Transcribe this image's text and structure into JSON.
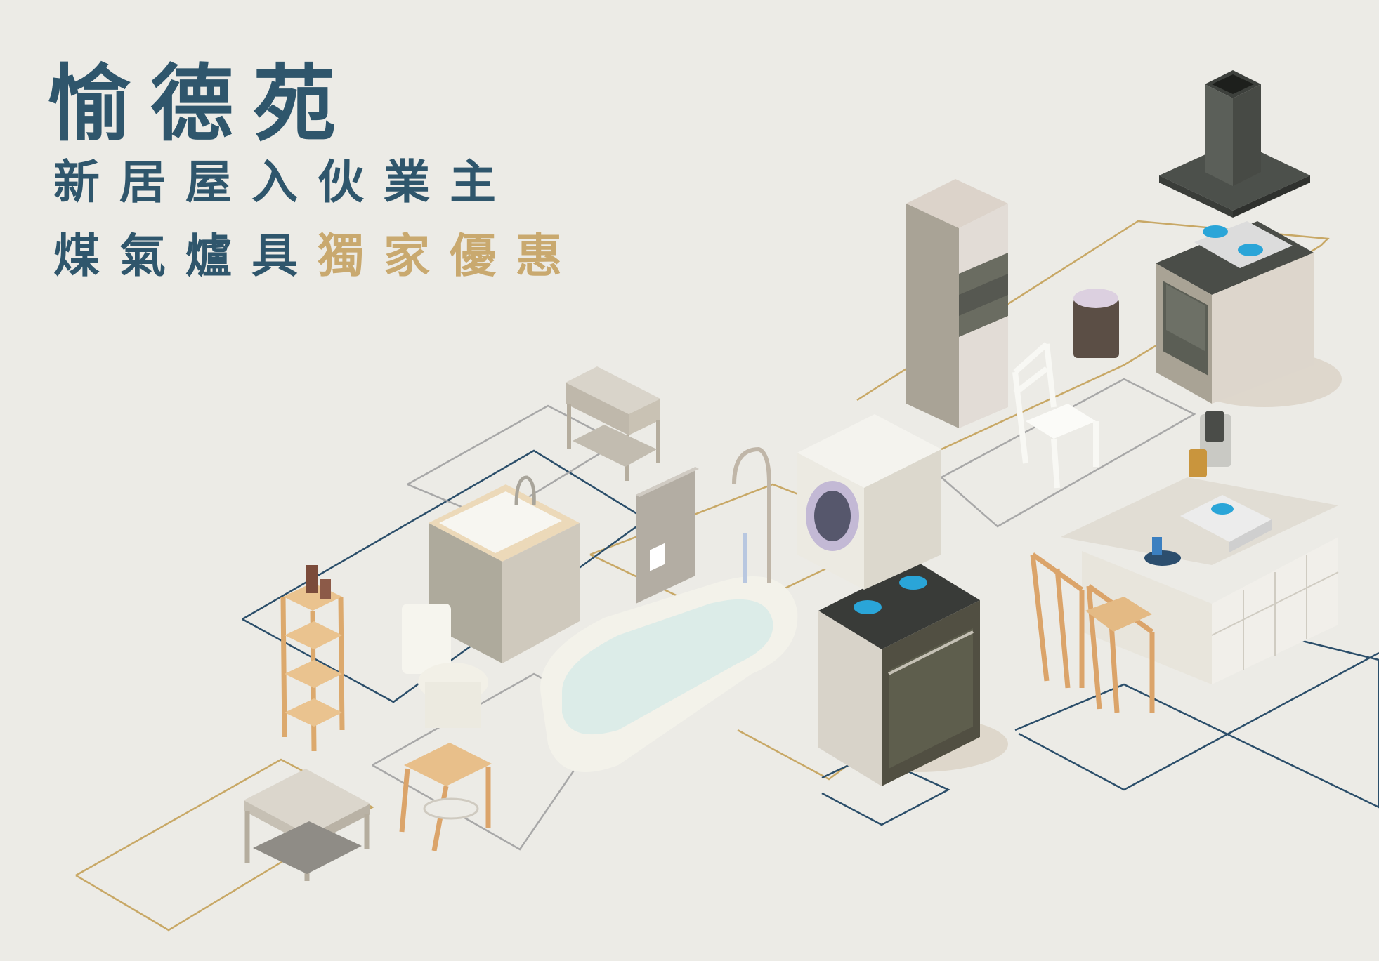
{
  "heading": {
    "title": "愉德苑",
    "line1": "新居屋入伙業主",
    "line2_main": "煤氣爐具",
    "line2_highlight": "獨家優惠"
  },
  "colors": {
    "background": "#ecebe6",
    "navy": "#2f566c",
    "gold": "#c9a96f",
    "outline_gold": "#c8a866",
    "outline_navy": "#2b4e6a",
    "outline_grey": "#a8a8a8",
    "flame": "#2aa5d8"
  },
  "illustration": {
    "items": [
      "range-hood-icon",
      "cooktop-oven-icon",
      "tall-cabinet-icon",
      "bin-icon",
      "chair-icon",
      "kitchen-island-icon",
      "juicer-icon",
      "bar-stool-icon",
      "gas-stove-oven-icon",
      "washer-dryer-icon",
      "bathtub-icon",
      "water-heater-icon",
      "faucet-icon",
      "vanity-sink-icon",
      "console-table-icon",
      "toilet-icon",
      "shelf-icon",
      "bench-icon",
      "stool-icon"
    ]
  }
}
